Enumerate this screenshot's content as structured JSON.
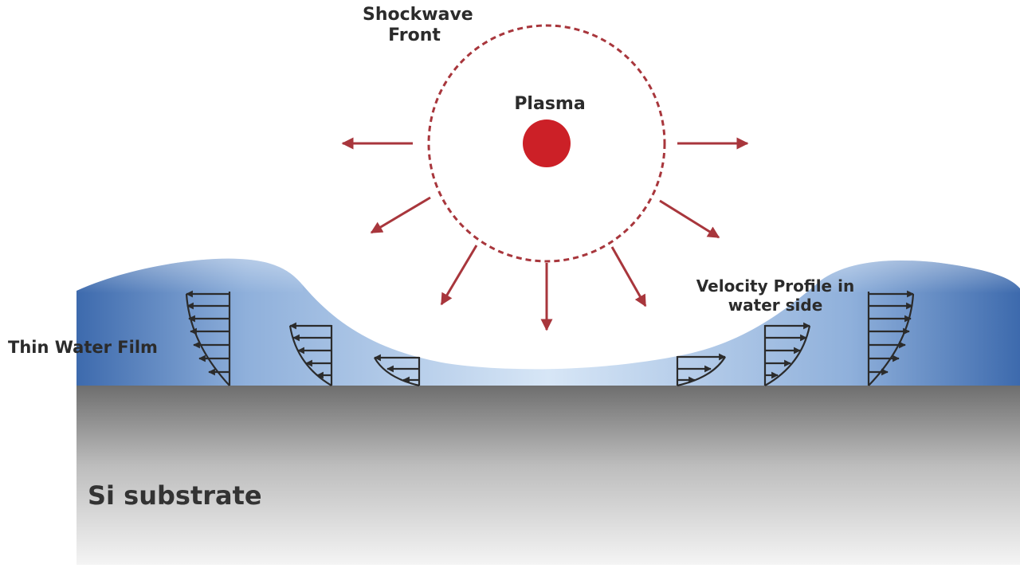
{
  "labels": {
    "shockwave_front": "Shockwave\nFront",
    "plasma": "Plasma",
    "thin_water_film": "Thin Water Film",
    "velocity_profile": "Velocity Profile in\nwater side",
    "substrate": "Si substrate"
  },
  "colors": {
    "shockwave": "#a8363c",
    "plasma": "#cc2027",
    "arrow": "#a8363c",
    "water_dark": "#3d6aad",
    "water_light": "#d7e6f6",
    "substrate_top": "#6e6e6e",
    "substrate_bottom": "#f4f4f4",
    "profile_line": "#2b2b2b"
  },
  "icons": {
    "radial_arrows": "arrow-icon",
    "profile_arrowheads": "arrowhead-icon"
  }
}
